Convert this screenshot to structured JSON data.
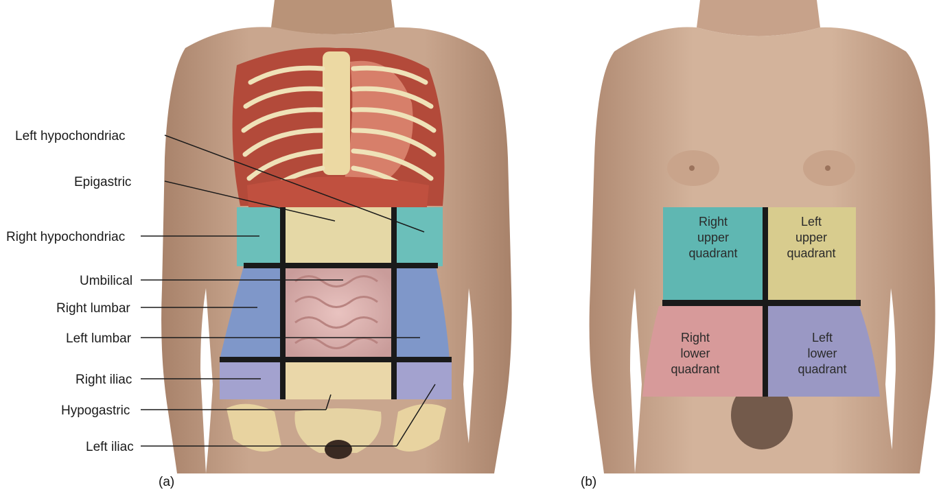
{
  "panel_a": {
    "tag": "(a)",
    "labels": [
      "Left hypochondriac",
      "Epigastric",
      "Right hypochondriac",
      "Umbilical",
      "Right lumbar",
      "Left lumbar",
      "Right iliac",
      "Hypogastric",
      "Left iliac"
    ]
  },
  "panel_b": {
    "tag": "(b)",
    "quadrants": {
      "right_upper": [
        "Right",
        "upper",
        "quadrant"
      ],
      "left_upper": [
        "Left",
        "upper",
        "quadrant"
      ],
      "right_lower": [
        "Right",
        "lower",
        "quadrant"
      ],
      "left_lower": [
        "Left",
        "lower",
        "quadrant"
      ]
    }
  },
  "colors": {
    "skin": "#c9a58c",
    "skin_shadow": "#a9826a",
    "teal_region": "#5fb7b2",
    "yellow_region": "#d8cc8e",
    "pink_region": "#d79a9a",
    "lavender_region": "#9a98c4",
    "blue_region": "#7f95c8",
    "grid_line": "#1a1a1a"
  }
}
